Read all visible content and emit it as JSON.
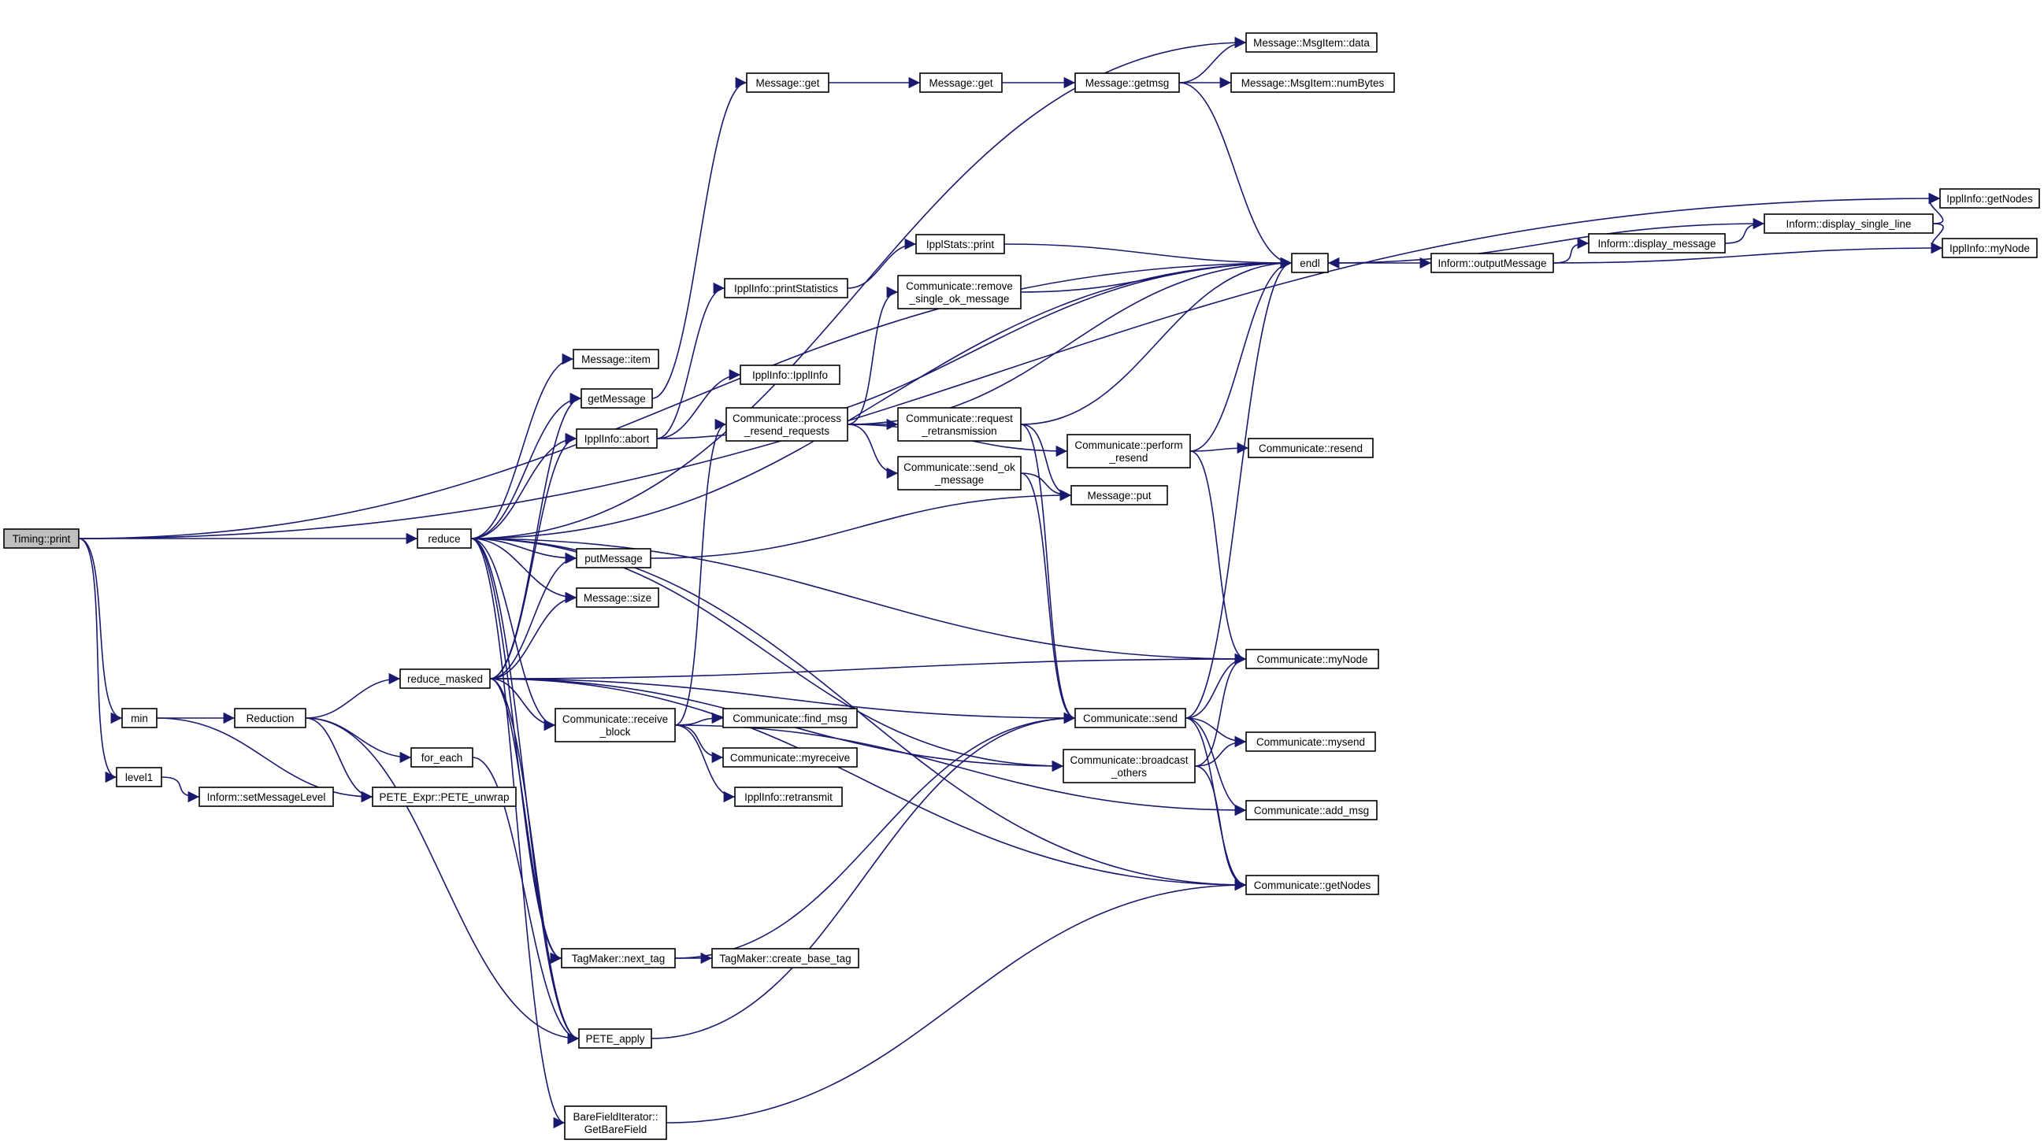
{
  "graph": {
    "title": "",
    "colors": {
      "edge": "#191970",
      "root_fill": "#bfbfbf",
      "node_fill": "#ffffff",
      "node_stroke": "#000000"
    },
    "nodes": [
      {
        "id": "timing_print",
        "label": [
          "Timing::print"
        ],
        "root": true
      },
      {
        "id": "reduce",
        "label": [
          "reduce"
        ]
      },
      {
        "id": "min",
        "label": [
          "min"
        ]
      },
      {
        "id": "level1",
        "label": [
          "level1"
        ]
      },
      {
        "id": "reduction",
        "label": [
          "Reduction"
        ]
      },
      {
        "id": "inform_setmsglevel",
        "label": [
          "Inform::setMessageLevel"
        ]
      },
      {
        "id": "reduce_masked",
        "label": [
          "reduce_masked"
        ]
      },
      {
        "id": "for_each",
        "label": [
          "for_each"
        ]
      },
      {
        "id": "pete_unwrap",
        "label": [
          "PETE_Expr::PETE_unwrap"
        ]
      },
      {
        "id": "message_item",
        "label": [
          "Message::item"
        ]
      },
      {
        "id": "getmessage",
        "label": [
          "getMessage"
        ]
      },
      {
        "id": "ipplinfo_abort",
        "label": [
          "IpplInfo::abort"
        ]
      },
      {
        "id": "putmessage",
        "label": [
          "putMessage"
        ]
      },
      {
        "id": "message_size",
        "label": [
          "Message::size"
        ]
      },
      {
        "id": "comm_receive_block",
        "label": [
          "Communicate::receive",
          "_block"
        ]
      },
      {
        "id": "tagmaker_next_tag",
        "label": [
          "TagMaker::next_tag"
        ]
      },
      {
        "id": "pete_apply",
        "label": [
          "PETE_apply"
        ]
      },
      {
        "id": "barefielditerator",
        "label": [
          "BareFieldIterator::",
          "GetBareField"
        ]
      },
      {
        "id": "message_get1",
        "label": [
          "Message::get"
        ]
      },
      {
        "id": "message_get2",
        "label": [
          "Message::get"
        ]
      },
      {
        "id": "message_getmsg",
        "label": [
          "Message::getmsg"
        ]
      },
      {
        "id": "msgitem_data",
        "label": [
          "Message::MsgItem::data"
        ]
      },
      {
        "id": "msgitem_numbytes",
        "label": [
          "Message::MsgItem::numBytes"
        ]
      },
      {
        "id": "ipplinfo_printstatistics",
        "label": [
          "IpplInfo::printStatistics"
        ]
      },
      {
        "id": "ipplinfo_ipplinfo",
        "label": [
          "IpplInfo::IpplInfo"
        ]
      },
      {
        "id": "comm_process_resend",
        "label": [
          "Communicate::process",
          "_resend_requests"
        ]
      },
      {
        "id": "comm_find_msg",
        "label": [
          "Communicate::find_msg"
        ]
      },
      {
        "id": "comm_myreceive",
        "label": [
          "Communicate::myreceive"
        ]
      },
      {
        "id": "ipplinfo_retransmit",
        "label": [
          "IpplInfo::retransmit"
        ]
      },
      {
        "id": "tagmaker_create_base_tag",
        "label": [
          "TagMaker::create_base_tag"
        ]
      },
      {
        "id": "ipplstats_print",
        "label": [
          "IpplStats::print"
        ]
      },
      {
        "id": "comm_remove_single_ok",
        "label": [
          "Communicate::remove",
          "_single_ok_message"
        ]
      },
      {
        "id": "comm_request_retrans",
        "label": [
          "Communicate::request",
          "_retransmission"
        ]
      },
      {
        "id": "comm_send_ok",
        "label": [
          "Communicate::send_ok",
          "_message"
        ]
      },
      {
        "id": "comm_perform_resend",
        "label": [
          "Communicate::perform",
          "_resend"
        ]
      },
      {
        "id": "message_put",
        "label": [
          "Message::put"
        ]
      },
      {
        "id": "comm_send",
        "label": [
          "Communicate::send"
        ]
      },
      {
        "id": "comm_broadcast_others",
        "label": [
          "Communicate::broadcast",
          "_others"
        ]
      },
      {
        "id": "endl",
        "label": [
          "endl"
        ]
      },
      {
        "id": "comm_resend",
        "label": [
          "Communicate::resend"
        ]
      },
      {
        "id": "comm_mynode",
        "label": [
          "Communicate::myNode"
        ]
      },
      {
        "id": "comm_mysend",
        "label": [
          "Communicate::mysend"
        ]
      },
      {
        "id": "comm_add_msg",
        "label": [
          "Communicate::add_msg"
        ]
      },
      {
        "id": "comm_getnodes",
        "label": [
          "Communicate::getNodes"
        ]
      },
      {
        "id": "inform_outputmessage",
        "label": [
          "Inform::outputMessage"
        ]
      },
      {
        "id": "inform_display_message",
        "label": [
          "Inform::display_message"
        ]
      },
      {
        "id": "inform_display_single_line",
        "label": [
          "Inform::display_single_line"
        ]
      },
      {
        "id": "ipplinfo_getnodes",
        "label": [
          "IpplInfo::getNodes"
        ]
      },
      {
        "id": "ipplinfo_mynode",
        "label": [
          "IpplInfo::myNode"
        ]
      }
    ],
    "edges": [
      [
        "timing_print",
        "reduce"
      ],
      [
        "timing_print",
        "min"
      ],
      [
        "timing_print",
        "level1"
      ],
      [
        "timing_print",
        "endl"
      ],
      [
        "timing_print",
        "ipplinfo_getnodes"
      ],
      [
        "min",
        "reduction"
      ],
      [
        "min",
        "pete_unwrap"
      ],
      [
        "level1",
        "inform_setmsglevel"
      ],
      [
        "reduction",
        "reduce_masked"
      ],
      [
        "reduction",
        "for_each"
      ],
      [
        "reduction",
        "pete_unwrap"
      ],
      [
        "reduction",
        "pete_apply"
      ],
      [
        "reduce",
        "message_item"
      ],
      [
        "reduce",
        "getmessage"
      ],
      [
        "reduce",
        "ipplinfo_abort"
      ],
      [
        "reduce",
        "putmessage"
      ],
      [
        "reduce",
        "message_size"
      ],
      [
        "reduce",
        "comm_receive_block"
      ],
      [
        "reduce",
        "tagmaker_next_tag"
      ],
      [
        "reduce",
        "pete_apply"
      ],
      [
        "reduce",
        "barefielditerator"
      ],
      [
        "reduce",
        "msgitem_data"
      ],
      [
        "reduce",
        "endl"
      ],
      [
        "reduce",
        "comm_mynode"
      ],
      [
        "reduce",
        "comm_getnodes"
      ],
      [
        "reduce",
        "comm_broadcast_others"
      ],
      [
        "reduce_masked",
        "getmessage"
      ],
      [
        "reduce_masked",
        "ipplinfo_abort"
      ],
      [
        "reduce_masked",
        "putmessage"
      ],
      [
        "reduce_masked",
        "message_size"
      ],
      [
        "reduce_masked",
        "comm_receive_block"
      ],
      [
        "reduce_masked",
        "tagmaker_next_tag"
      ],
      [
        "reduce_masked",
        "pete_apply"
      ],
      [
        "reduce_masked",
        "comm_mynode"
      ],
      [
        "reduce_masked",
        "comm_broadcast_others"
      ],
      [
        "reduce_masked",
        "comm_send"
      ],
      [
        "reduce_masked",
        "comm_getnodes"
      ],
      [
        "for_each",
        "pete_apply"
      ],
      [
        "getmessage",
        "message_get1"
      ],
      [
        "ipplinfo_abort",
        "ipplinfo_printstatistics"
      ],
      [
        "ipplinfo_abort",
        "ipplinfo_ipplinfo"
      ],
      [
        "ipplinfo_abort",
        "endl"
      ],
      [
        "putmessage",
        "message_put"
      ],
      [
        "comm_receive_block",
        "comm_process_resend"
      ],
      [
        "comm_receive_block",
        "comm_find_msg"
      ],
      [
        "comm_receive_block",
        "comm_myreceive"
      ],
      [
        "comm_receive_block",
        "ipplinfo_retransmit"
      ],
      [
        "comm_receive_block",
        "comm_add_msg"
      ],
      [
        "tagmaker_next_tag",
        "tagmaker_create_base_tag"
      ],
      [
        "message_get1",
        "message_get2"
      ],
      [
        "message_get2",
        "message_getmsg"
      ],
      [
        "message_getmsg",
        "msgitem_data"
      ],
      [
        "message_getmsg",
        "msgitem_numbytes"
      ],
      [
        "message_getmsg",
        "endl"
      ],
      [
        "ipplinfo_printstatistics",
        "ipplstats_print"
      ],
      [
        "comm_process_resend",
        "comm_remove_single_ok"
      ],
      [
        "comm_process_resend",
        "comm_request_retrans"
      ],
      [
        "comm_process_resend",
        "comm_send_ok"
      ],
      [
        "comm_process_resend",
        "comm_perform_resend"
      ],
      [
        "comm_process_resend",
        "endl"
      ],
      [
        "ipplstats_print",
        "endl"
      ],
      [
        "comm_remove_single_ok",
        "endl"
      ],
      [
        "comm_request_retrans",
        "endl"
      ],
      [
        "comm_request_retrans",
        "message_put"
      ],
      [
        "comm_request_retrans",
        "comm_send"
      ],
      [
        "comm_send_ok",
        "message_put"
      ],
      [
        "comm_send_ok",
        "comm_send"
      ],
      [
        "comm_perform_resend",
        "comm_resend"
      ],
      [
        "comm_perform_resend",
        "endl"
      ],
      [
        "comm_perform_resend",
        "comm_mynode"
      ],
      [
        "comm_send",
        "endl"
      ],
      [
        "comm_send",
        "comm_mynode"
      ],
      [
        "comm_send",
        "comm_mysend"
      ],
      [
        "comm_send",
        "comm_add_msg"
      ],
      [
        "comm_send",
        "comm_getnodes"
      ],
      [
        "comm_broadcast_others",
        "comm_mynode"
      ],
      [
        "comm_broadcast_others",
        "comm_mysend"
      ],
      [
        "comm_broadcast_others",
        "comm_getnodes"
      ],
      [
        "endl",
        "inform_outputmessage"
      ],
      [
        "inform_outputmessage",
        "inform_display_message"
      ],
      [
        "inform_outputmessage",
        "ipplinfo_mynode"
      ],
      [
        "inform_display_message",
        "inform_display_single_line"
      ],
      [
        "inform_display_single_line",
        "ipplinfo_getnodes"
      ],
      [
        "inform_display_single_line",
        "ipplinfo_mynode"
      ],
      [
        "inform_display_single_line",
        "endl"
      ],
      [
        "barefielditerator",
        "comm_getnodes"
      ],
      [
        "tagmaker_next_tag",
        "comm_send"
      ],
      [
        "pete_apply",
        "comm_send"
      ]
    ]
  }
}
